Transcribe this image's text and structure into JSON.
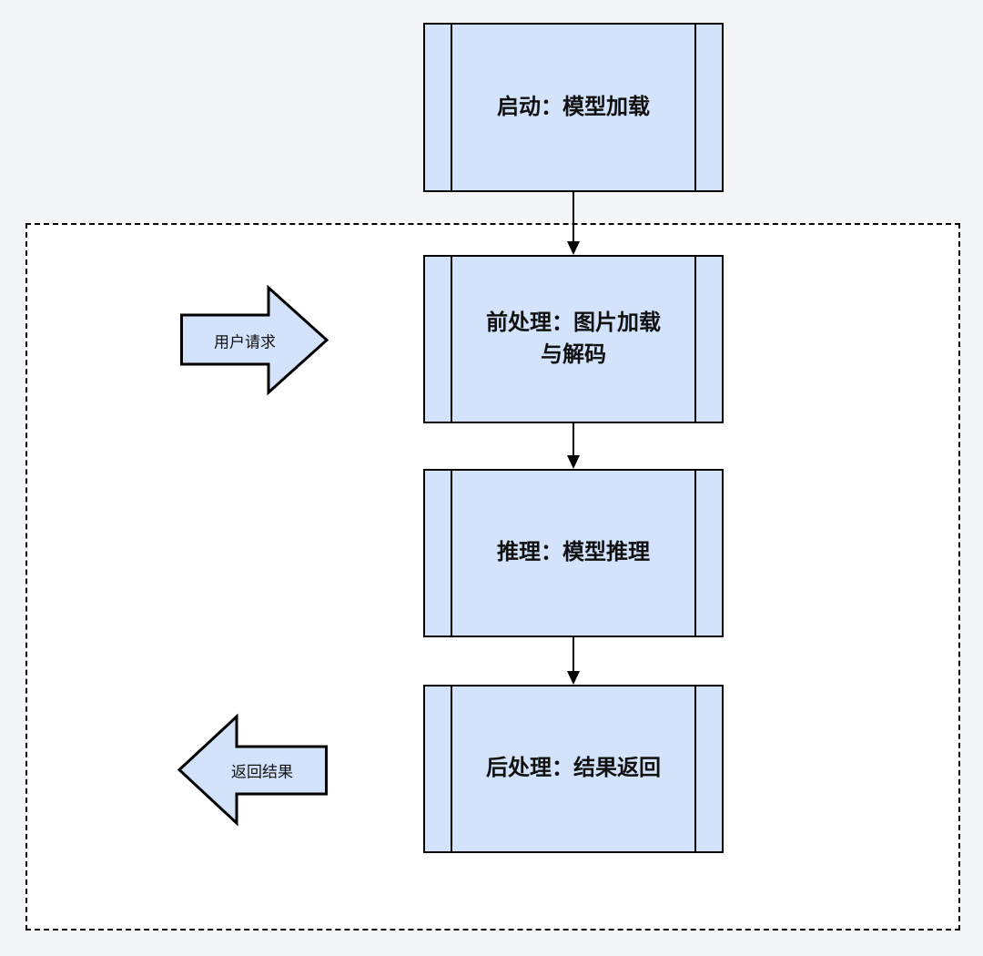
{
  "colors": {
    "page_background": "#f4f5f7",
    "boundary_fill": "#ffffff",
    "node_fill": "#d3e3fb",
    "stroke": "#000000"
  },
  "diagram": {
    "nodes": [
      {
        "id": "start",
        "type": "subroutine",
        "label": "启动：模型加载"
      },
      {
        "id": "preprocess",
        "type": "subroutine",
        "label": "前处理：图片加载\n与解码"
      },
      {
        "id": "inference",
        "type": "subroutine",
        "label": "推理：模型推理"
      },
      {
        "id": "postprocess",
        "type": "subroutine",
        "label": "后处理：结果返回"
      }
    ],
    "connectors": [
      {
        "from": "start",
        "to": "preprocess"
      },
      {
        "from": "preprocess",
        "to": "inference"
      },
      {
        "from": "inference",
        "to": "postprocess"
      }
    ],
    "io_arrows": [
      {
        "id": "user-request",
        "label": "用户请求",
        "direction": "right"
      },
      {
        "id": "return-result",
        "label": "返回结果",
        "direction": "left"
      }
    ]
  }
}
